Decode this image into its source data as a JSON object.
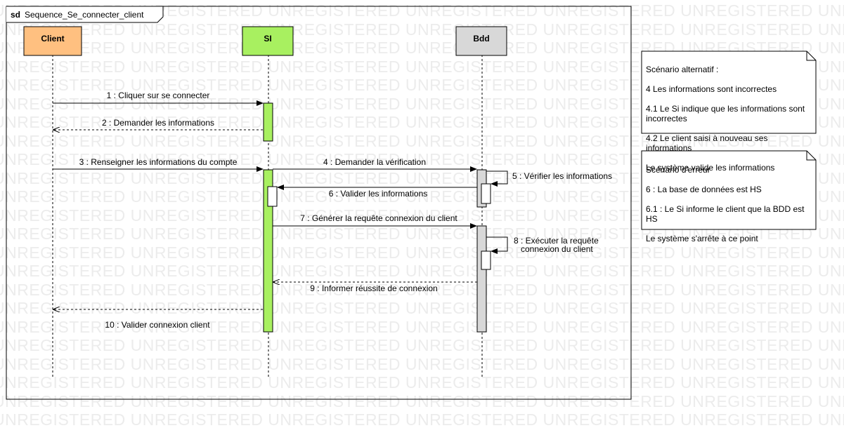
{
  "frame": {
    "keyword": "sd",
    "name": "Sequence_Se_connecter_client"
  },
  "lifelines": [
    {
      "name": "Client",
      "color": "#ffc080"
    },
    {
      "name": "SI",
      "color": "#a8f060"
    },
    {
      "name": "Bdd",
      "color": "#d8d8d8"
    }
  ],
  "messages": [
    {
      "label": "1 : Cliquer sur se connecter",
      "type": "sync"
    },
    {
      "label": "2 : Demander les informations",
      "type": "return"
    },
    {
      "label": "3 : Renseigner les informations du compte",
      "type": "sync"
    },
    {
      "label": "4 : Demander la vérification",
      "type": "sync"
    },
    {
      "label": "5 : Vérifier les informations",
      "type": "self"
    },
    {
      "label": "6 : Valider les informations",
      "type": "sync"
    },
    {
      "label": "7 : Générer la requête connexion du client",
      "type": "sync"
    },
    {
      "label": "8 : Exécuter la requête",
      "label2": "connexion du client",
      "type": "self"
    },
    {
      "label": "9 : Informer réussite de connexion",
      "type": "return"
    },
    {
      "label": "10 : Valider connexion client",
      "type": "return"
    }
  ],
  "notes": [
    {
      "title": "Scénario alternatif :",
      "lines": [
        "4 Les informations sont incorrectes",
        "4.1 Le Si indique que les informations sont incorrectes",
        "4.2 Le client saisi à nouveau ses informations",
        "Le système valide les informations"
      ]
    },
    {
      "title": "Scénario d'erreur",
      "lines": [
        "6 : La base de données est HS",
        "6.1 : Le Si informe le client que la BDD est HS",
        "Le système s'arrête à ce point"
      ]
    }
  ],
  "watermark": "UNREGISTERED",
  "colors": {
    "activation_si": "#a8f060",
    "activation_bdd": "#d8d8d8",
    "line": "#000000"
  }
}
